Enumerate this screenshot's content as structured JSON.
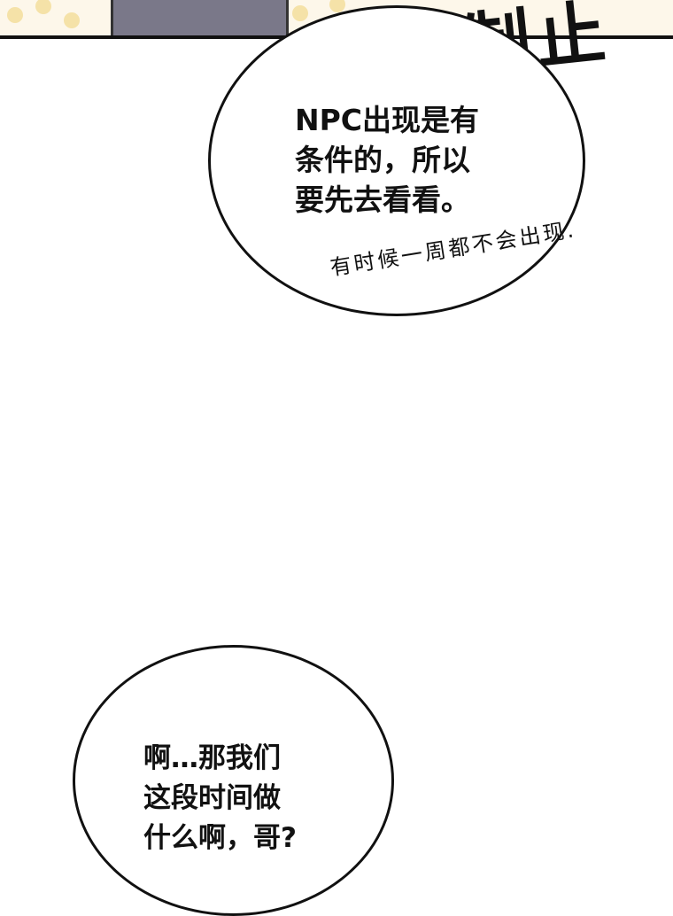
{
  "top_panel": {
    "sfx_text": "制止"
  },
  "bubbles": {
    "bubble_1": {
      "text": "NPC出现是有\n条件的，所以\n要先去看看。"
    },
    "bubble_2": {
      "text": "啊…那我们\n这段时间做\n什么啊，哥?"
    }
  },
  "side_note": {
    "text": "有时候一周都不会出现."
  },
  "colors": {
    "ink": "#111111",
    "background": "#ffffff",
    "panel_bg": "#fdf7ea",
    "dots": "#f5e2a8",
    "character_clothing": "#7a7889"
  }
}
